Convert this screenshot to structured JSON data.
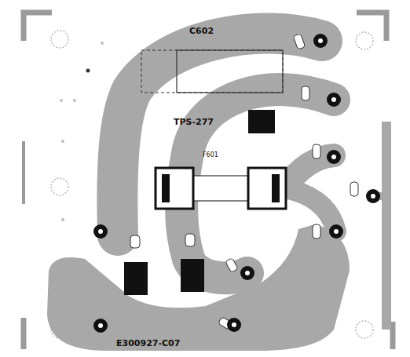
{
  "diagram": {
    "labels": [
      "C602",
      "TPS-277",
      "F601",
      "E300927-C07"
    ]
  }
}
